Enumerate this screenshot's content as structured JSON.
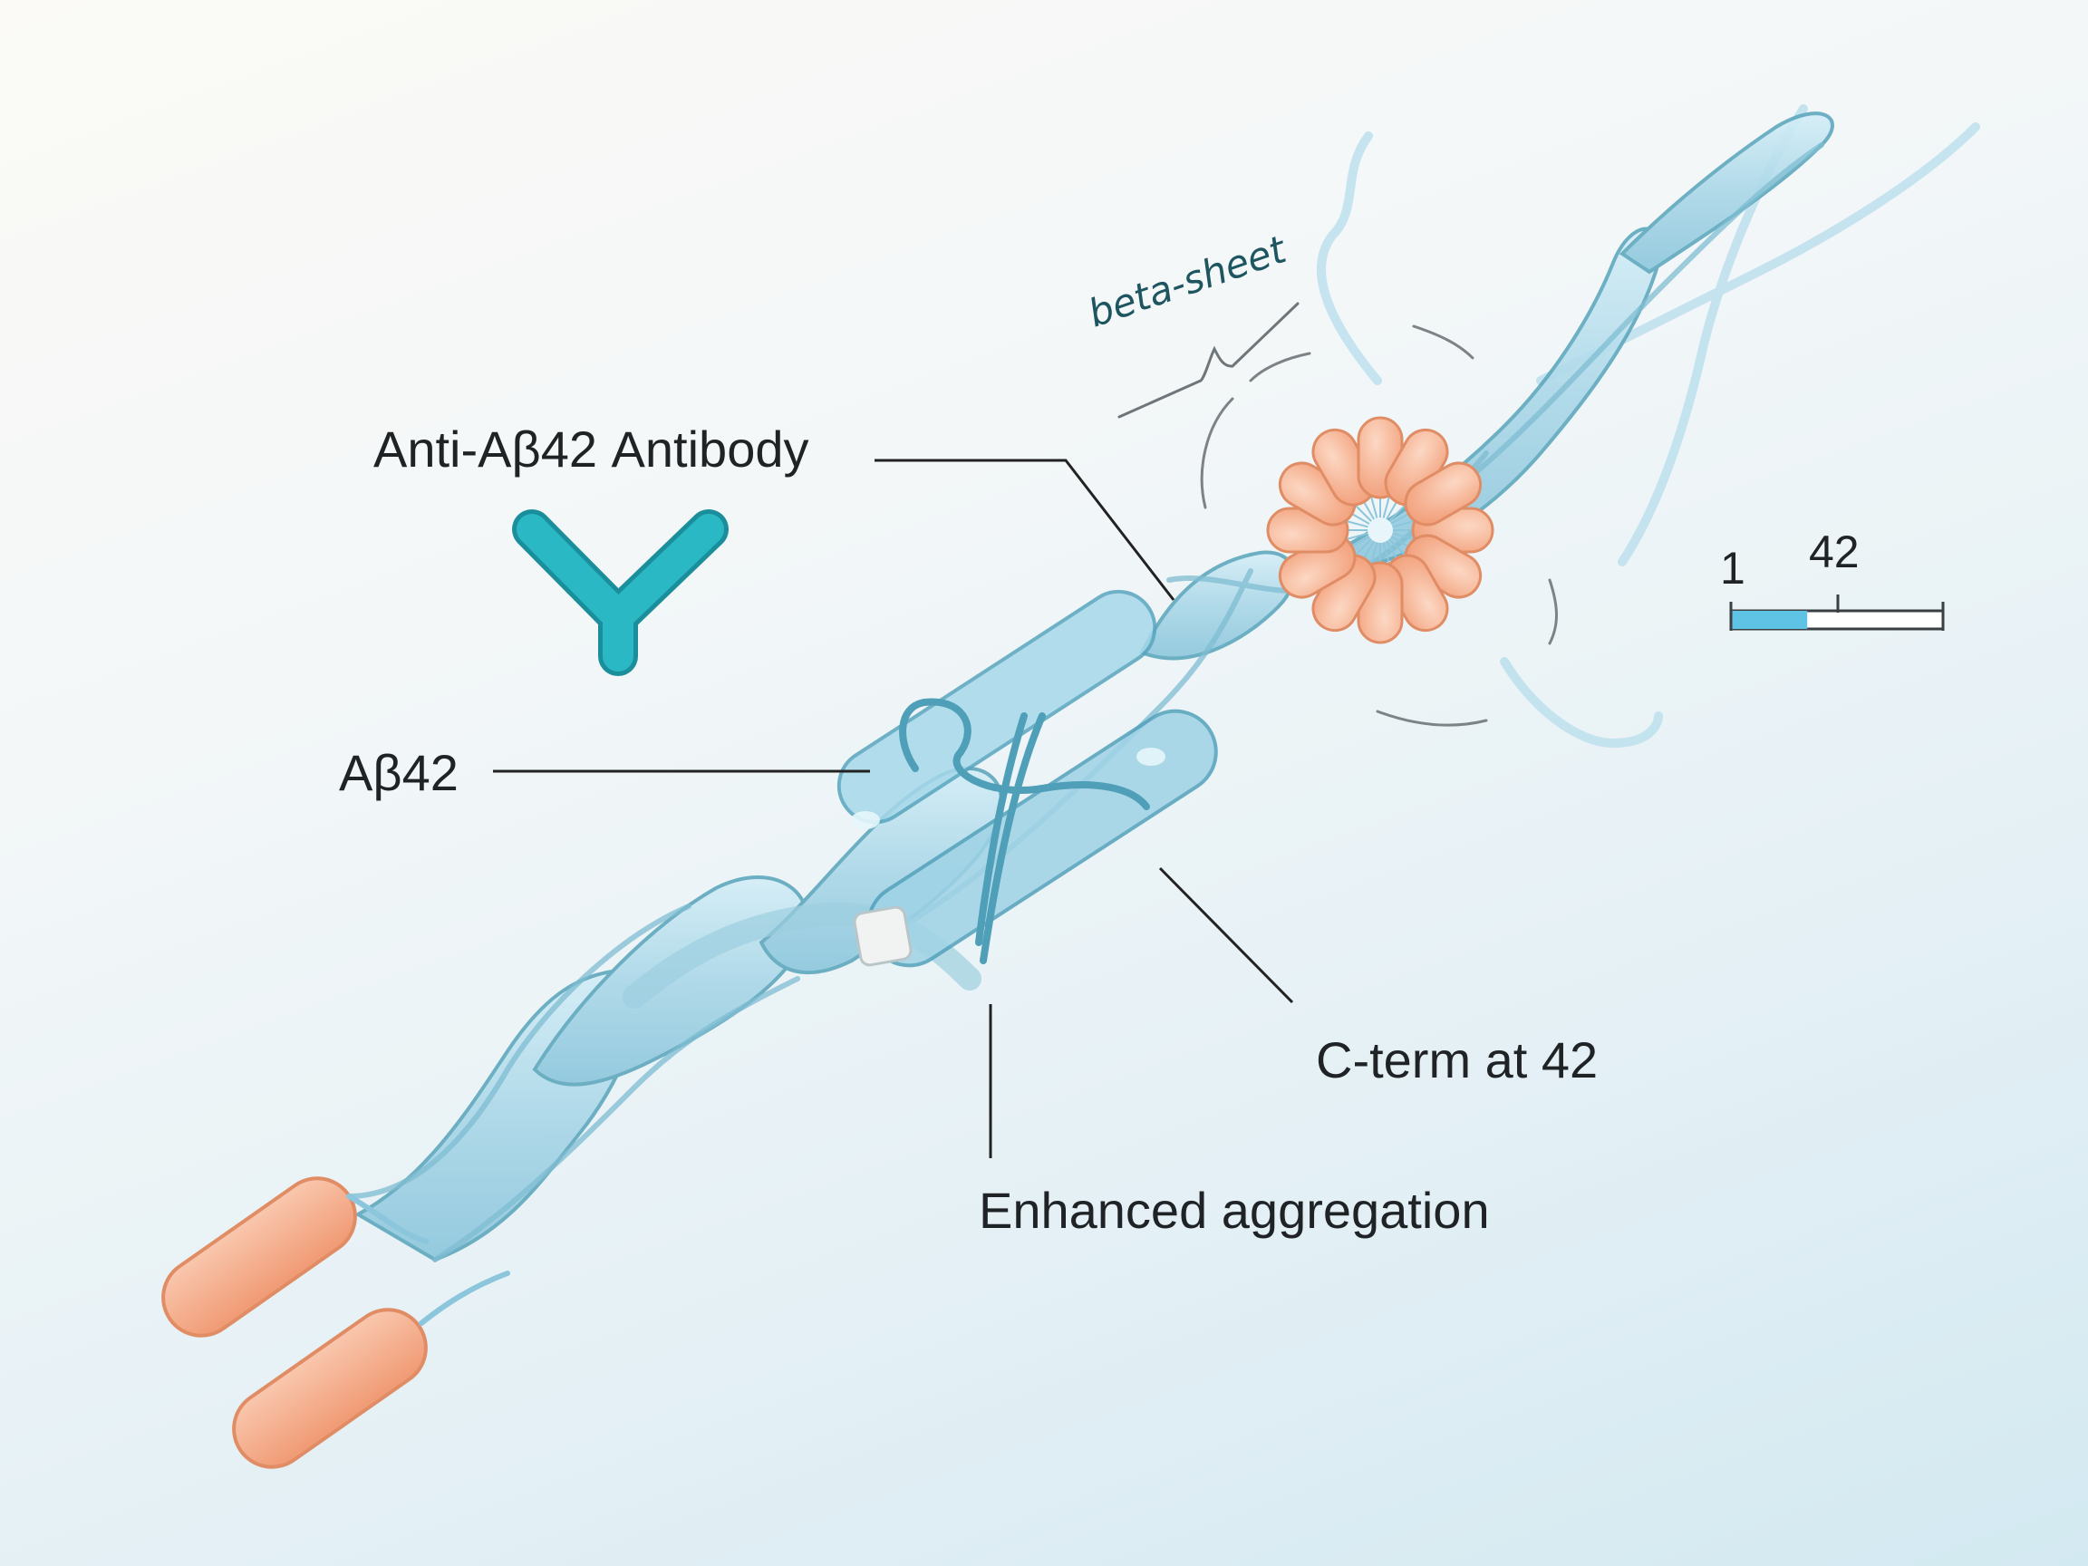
{
  "labels": {
    "antibody": "Anti-Aβ42 Antibody",
    "abeta42": "Aβ42",
    "cterm": "C-term at 42",
    "enhanced": "Enhanced aggregation",
    "beta_sheet": "beta-sheet"
  },
  "scale_bar": {
    "start": "1",
    "end": "42",
    "fill_fraction": 0.36
  },
  "colors": {
    "antibody": "#2ab8c4",
    "ribbon": "#a9d6e6",
    "ribbon_edge": "#5fa8be",
    "orange": "#f4ad8a",
    "orange_edge": "#e08d66",
    "scale_fill": "#5ec3e4",
    "leader": "#222222"
  },
  "icons": {
    "antibody": "antibody-y-icon"
  }
}
